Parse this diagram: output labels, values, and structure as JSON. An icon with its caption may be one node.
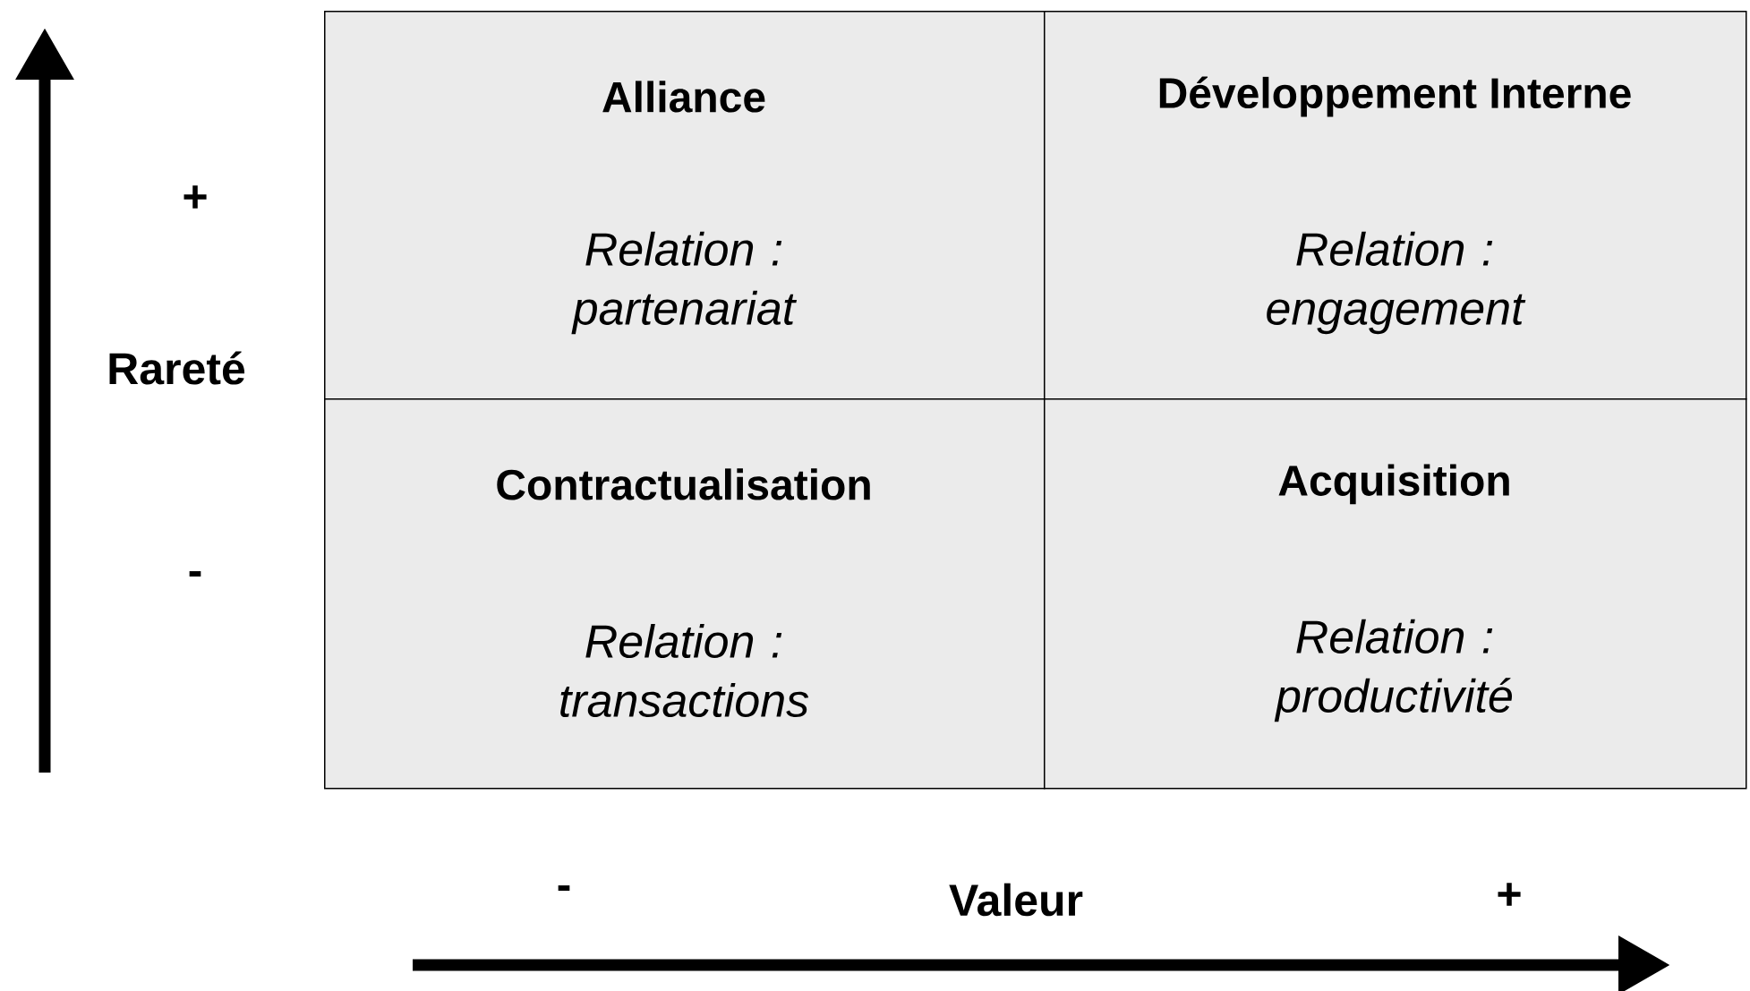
{
  "diagram": {
    "nodes": [
      {
        "text": [
          "Alliance",
          "Relation : partenariat"
        ]
      },
      {
        "text": [
          "Développement Interne",
          "Relation : engagement"
        ]
      },
      {
        "text": [
          "Contractualisation",
          "Relation : transactions"
        ]
      },
      {
        "text": [
          "Acquisition",
          "Relation : productivité"
        ]
      }
    ],
    "labels": [
      "+",
      "Rareté",
      "-",
      "-",
      "Valeur",
      "+"
    ]
  }
}
